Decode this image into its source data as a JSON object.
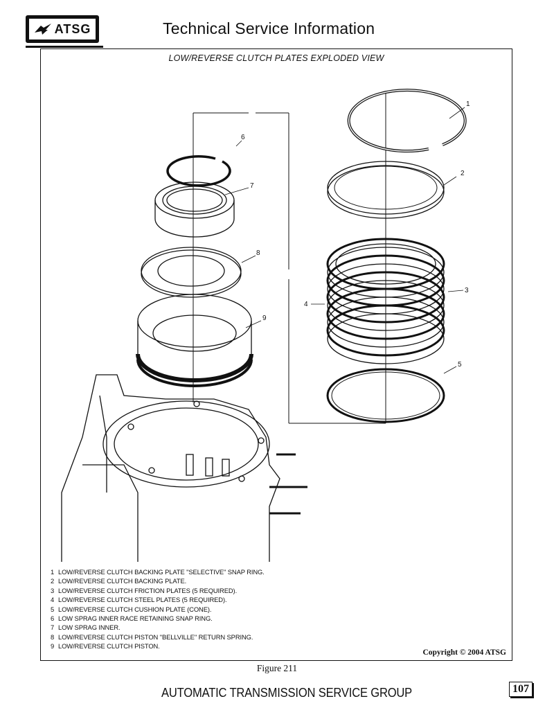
{
  "header": {
    "logo_text": "ATSG",
    "title": "Technical Service Information"
  },
  "figure": {
    "title": "LOW/REVERSE CLUTCH PLATES EXPLODED VIEW",
    "callouts": [
      "1",
      "2",
      "3",
      "4",
      "5",
      "6",
      "7",
      "8",
      "9"
    ],
    "legend": [
      {
        "num": "1",
        "text": "LOW/REVERSE CLUTCH BACKING PLATE \"SELECTIVE\" SNAP RING."
      },
      {
        "num": "2",
        "text": "LOW/REVERSE CLUTCH BACKING PLATE."
      },
      {
        "num": "3",
        "text": "LOW/REVERSE CLUTCH FRICTION PLATES  (5 REQUIRED)."
      },
      {
        "num": "4",
        "text": "LOW/REVERSE CLUTCH STEEL PLATES  (5 REQUIRED)."
      },
      {
        "num": "5",
        "text": "LOW/REVERSE CLUTCH CUSHION PLATE  (CONE)."
      },
      {
        "num": "6",
        "text": "LOW SPRAG INNER RACE RETAINING SNAP RING."
      },
      {
        "num": "7",
        "text": "LOW SPRAG INNER."
      },
      {
        "num": "8",
        "text": "LOW/REVERSE CLUTCH PISTON \"BELLVILLE\" RETURN SPRING."
      },
      {
        "num": "9",
        "text": "LOW/REVERSE CLUTCH PISTON."
      }
    ],
    "copyright": "Copyright © 2004 ATSG",
    "caption": "Figure 211"
  },
  "footer": {
    "title": "AUTOMATIC TRANSMISSION SERVICE GROUP",
    "page_number": "107"
  }
}
